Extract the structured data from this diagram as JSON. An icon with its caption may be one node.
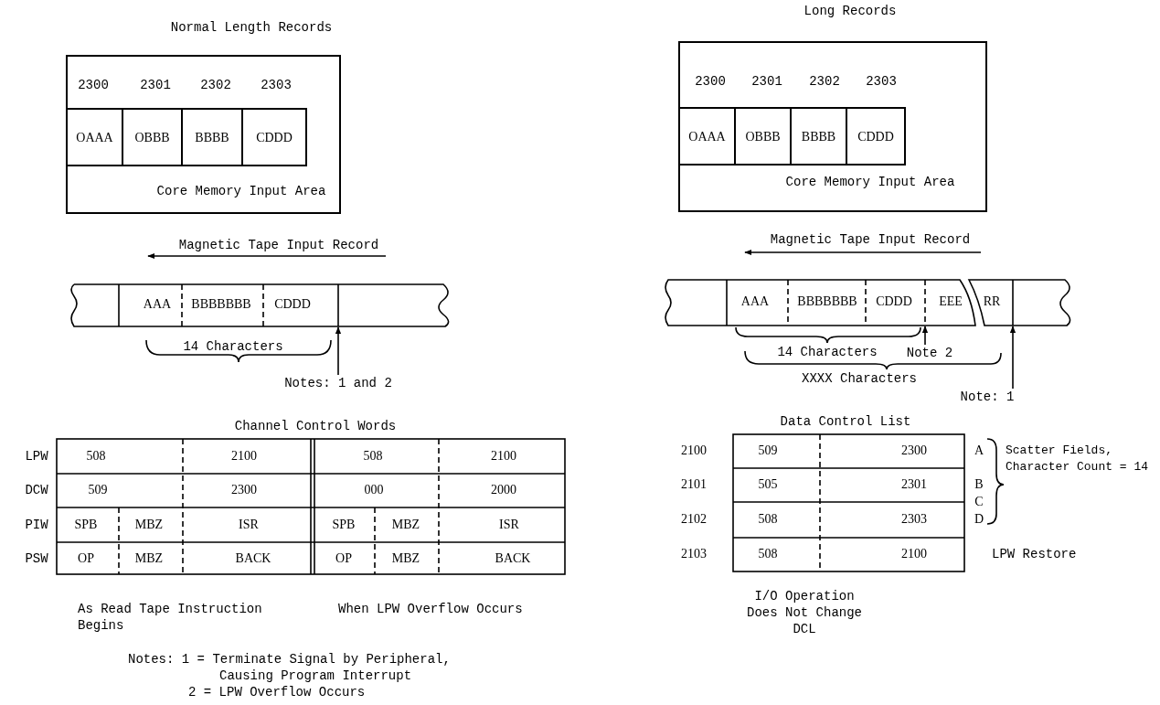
{
  "diagram": {
    "nodes": [
      {
        "text": [
          "2300",
          "2301",
          "2302",
          "2303",
          "Core Memory Input Area"
        ]
      },
      {
        "text": [
          "OAAA"
        ],
        "in": 0
      },
      {
        "text": [
          "OBBB"
        ],
        "in": 0
      },
      {
        "text": [
          "BBBB"
        ],
        "in": 0
      },
      {
        "text": [
          "CDDD"
        ],
        "in": 0
      },
      {
        "text": [
          "AAA",
          "BBBBBBB",
          "CDDD"
        ]
      },
      {
        "text": [
          "Notes: 1 and 2"
        ]
      },
      {
        "text": [
          "2300",
          "2301",
          "2302",
          "2303",
          "Core Memory Input Area"
        ]
      },
      {
        "text": [
          "OAAA"
        ],
        "in": 7
      },
      {
        "text": [
          "OBBB"
        ],
        "in": 7
      },
      {
        "text": [
          "BBBB"
        ],
        "in": 7
      },
      {
        "text": [
          "CDDD"
        ],
        "in": 7
      },
      {
        "text": [
          "AAA",
          "BBBBBBB",
          "CDDD",
          "EEE",
          "RR"
        ]
      },
      {
        "text": [
          "Note 2"
        ]
      },
      {
        "text": [
          "Note: 1"
        ]
      }
    ],
    "edges": [
      {
        "from": 6,
        "to": 5,
        "arrow": "to"
      },
      {
        "from": 13,
        "to": 12,
        "arrow": "to"
      },
      {
        "from": 14,
        "to": 12,
        "arrow": "to"
      }
    ],
    "labels": [
      "Normal Length Records",
      "Long Records",
      "Magnetic Tape Input Record",
      "Magnetic Tape Input Record",
      "14 Characters",
      "14 Characters",
      "XXXX Characters",
      "Channel Control Words",
      "LPW",
      "508",
      "2100",
      "508",
      "2100",
      "DCW",
      "509",
      "2300",
      "000",
      "2000",
      "PIW",
      "SPB",
      "MBZ",
      "ISR",
      "SPB",
      "MBZ",
      "ISR",
      "PSW",
      "OP",
      "MBZ",
      "BACK",
      "OP",
      "MBZ",
      "BACK",
      "Data Control List",
      "2100",
      "509",
      "2300",
      "A",
      "Scatter Fields, Character Count = 14",
      "2101",
      "505",
      "2301",
      "B",
      "C",
      "2102",
      "508",
      "2303",
      "D",
      "2103",
      "508",
      "2100",
      "LPW Restore",
      "As Read Tape Instruction Begins",
      "When LPW Overflow Occurs",
      "I/O Operation Does Not Change DCL",
      "Notes: 1 = Terminate Signal by Peripheral, Causing Program Interrupt",
      "2 = LPW Overflow Occurs"
    ]
  }
}
